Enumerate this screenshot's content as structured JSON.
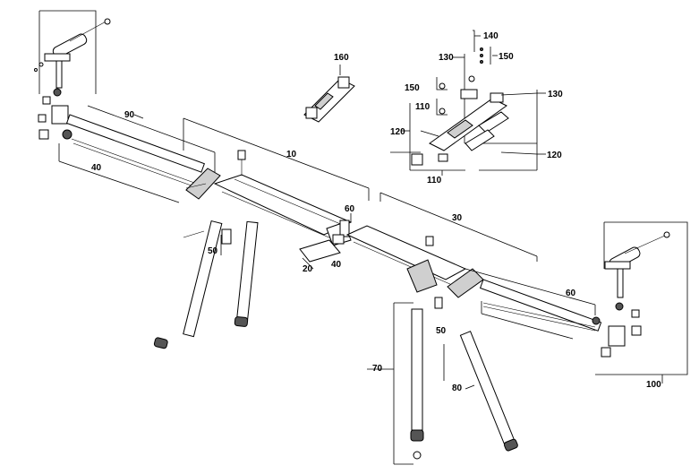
{
  "diagram": {
    "part_labels": {
      "p10": "10",
      "p20": "20",
      "p30": "30",
      "p40_left": "40",
      "p40_center": "40",
      "p50_left": "50",
      "p50_right": "50",
      "p60_center": "60",
      "p60_right": "60",
      "p70": "70",
      "p80": "80",
      "p90": "90",
      "p100": "100",
      "p110_top": "110",
      "p110_bottom": "110",
      "p120_left": "120",
      "p120_right": "120",
      "p130_top": "130",
      "p130_right": "130",
      "p140": "140",
      "p150_top": "150",
      "p150_left": "150",
      "p160": "160"
    }
  }
}
